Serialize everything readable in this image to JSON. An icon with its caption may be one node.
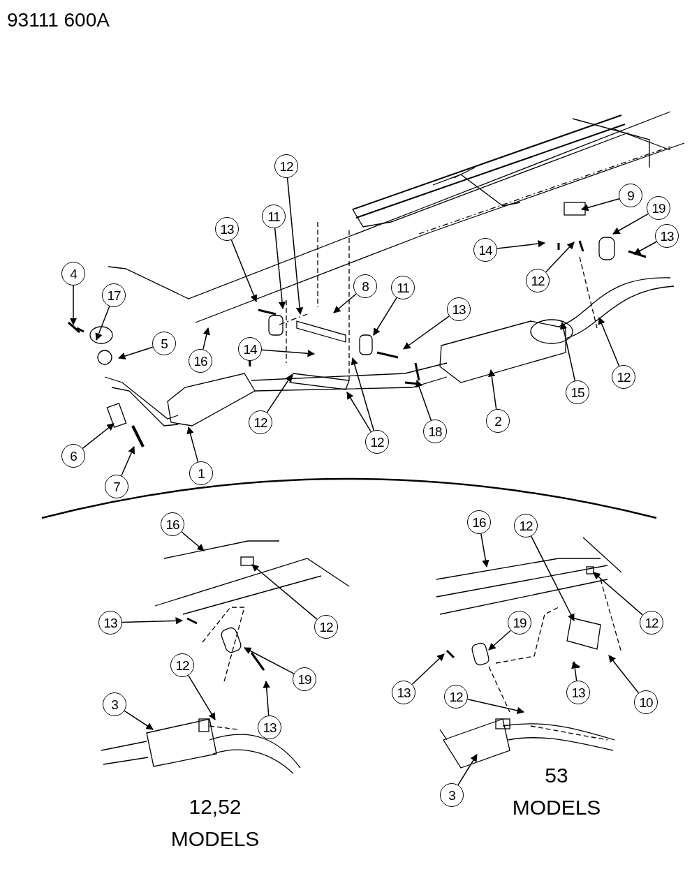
{
  "diagram": {
    "nodes": [
      {
        "text": [
          "12"
        ]
      },
      {
        "text": [
          "9"
        ]
      },
      {
        "text": [
          "19"
        ]
      },
      {
        "text": [
          "13"
        ]
      },
      {
        "text": [
          "11"
        ]
      },
      {
        "text": [
          "8"
        ]
      },
      {
        "text": [
          "13"
        ]
      },
      {
        "text": [
          "14"
        ]
      },
      {
        "text": [
          "12"
        ]
      },
      {
        "text": [
          "4"
        ]
      },
      {
        "text": [
          "17"
        ]
      },
      {
        "text": [
          "11"
        ]
      },
      {
        "text": [
          "13"
        ]
      },
      {
        "text": [
          "16"
        ]
      },
      {
        "text": [
          "5"
        ]
      },
      {
        "text": [
          "14"
        ]
      },
      {
        "text": [
          "15"
        ]
      },
      {
        "text": [
          "12"
        ]
      },
      {
        "text": [
          "2"
        ]
      },
      {
        "text": [
          "12"
        ]
      },
      {
        "text": [
          "18"
        ]
      },
      {
        "text": [
          "12"
        ]
      },
      {
        "text": [
          "6"
        ]
      },
      {
        "text": [
          "1"
        ]
      },
      {
        "text": [
          "7"
        ]
      },
      {
        "text": [
          "16"
        ]
      },
      {
        "text": [
          "16"
        ]
      },
      {
        "text": [
          "12"
        ]
      },
      {
        "text": [
          "12"
        ]
      },
      {
        "text": [
          "12"
        ]
      },
      {
        "text": [
          "13"
        ]
      },
      {
        "text": [
          "19"
        ]
      },
      {
        "text": [
          "19"
        ]
      },
      {
        "text": [
          "13"
        ]
      },
      {
        "text": [
          "13"
        ]
      },
      {
        "text": [
          "10"
        ]
      },
      {
        "text": [
          "13"
        ]
      },
      {
        "text": [
          "12"
        ]
      },
      {
        "text": [
          "3"
        ]
      },
      {
        "text": [
          "12"
        ]
      },
      {
        "text": [
          "3"
        ]
      }
    ],
    "edges": [
      {
        "from": 0,
        "to": null,
        "arrow": "to"
      },
      {
        "from": 1,
        "to": null,
        "arrow": "to"
      },
      {
        "from": 2,
        "to": null,
        "arrow": "to"
      },
      {
        "from": 3,
        "to": null,
        "arrow": "to"
      },
      {
        "from": 4,
        "to": null,
        "arrow": "to"
      },
      {
        "from": 5,
        "to": null,
        "arrow": "to"
      },
      {
        "from": 6,
        "to": null,
        "arrow": "to"
      },
      {
        "from": 7,
        "to": null,
        "arrow": "to"
      },
      {
        "from": 8,
        "to": null,
        "arrow": "to"
      },
      {
        "from": 9,
        "to": null,
        "arrow": "to"
      },
      {
        "from": 10,
        "to": null,
        "arrow": "to"
      },
      {
        "from": 11,
        "to": null,
        "arrow": "to"
      },
      {
        "from": 12,
        "to": null,
        "arrow": "to"
      },
      {
        "from": 13,
        "to": null,
        "arrow": "to"
      },
      {
        "from": 14,
        "to": null,
        "arrow": "to"
      },
      {
        "from": 15,
        "to": null,
        "arrow": "to"
      },
      {
        "from": 16,
        "to": null,
        "arrow": "to"
      },
      {
        "from": 17,
        "to": null,
        "arrow": "to"
      },
      {
        "from": 18,
        "to": null,
        "arrow": "to"
      },
      {
        "from": 19,
        "to": null,
        "arrow": "to"
      },
      {
        "from": 20,
        "to": null,
        "arrow": "to"
      },
      {
        "from": 21,
        "to": null,
        "arrow": "to"
      },
      {
        "from": 21,
        "to": null,
        "arrow": "to"
      },
      {
        "from": 22,
        "to": null,
        "arrow": "to"
      },
      {
        "from": 23,
        "to": null,
        "arrow": "to"
      },
      {
        "from": 24,
        "to": null,
        "arrow": "to"
      },
      {
        "from": 25,
        "to": null,
        "arrow": "to"
      },
      {
        "from": 26,
        "to": null,
        "arrow": "to"
      },
      {
        "from": 27,
        "to": null,
        "arrow": "to"
      },
      {
        "from": 28,
        "to": null,
        "arrow": "to"
      },
      {
        "from": 29,
        "to": null,
        "arrow": "to"
      },
      {
        "from": 30,
        "to": null,
        "arrow": "to"
      },
      {
        "from": 31,
        "to": null,
        "arrow": "to"
      },
      {
        "from": 32,
        "to": null,
        "arrow": "to"
      },
      {
        "from": 33,
        "to": null,
        "arrow": "to"
      },
      {
        "from": 34,
        "to": null,
        "arrow": "to"
      },
      {
        "from": 35,
        "to": null,
        "arrow": "to"
      },
      {
        "from": 36,
        "to": null,
        "arrow": "to"
      },
      {
        "from": 37,
        "to": null,
        "arrow": "to"
      },
      {
        "from": 38,
        "to": null,
        "arrow": "to"
      },
      {
        "from": 39,
        "to": null,
        "arrow": "to"
      },
      {
        "from": 40,
        "to": null,
        "arrow": "to"
      }
    ],
    "labels": [
      "93111 600A",
      "12,52 MODELS",
      "53 MODELS"
    ]
  }
}
